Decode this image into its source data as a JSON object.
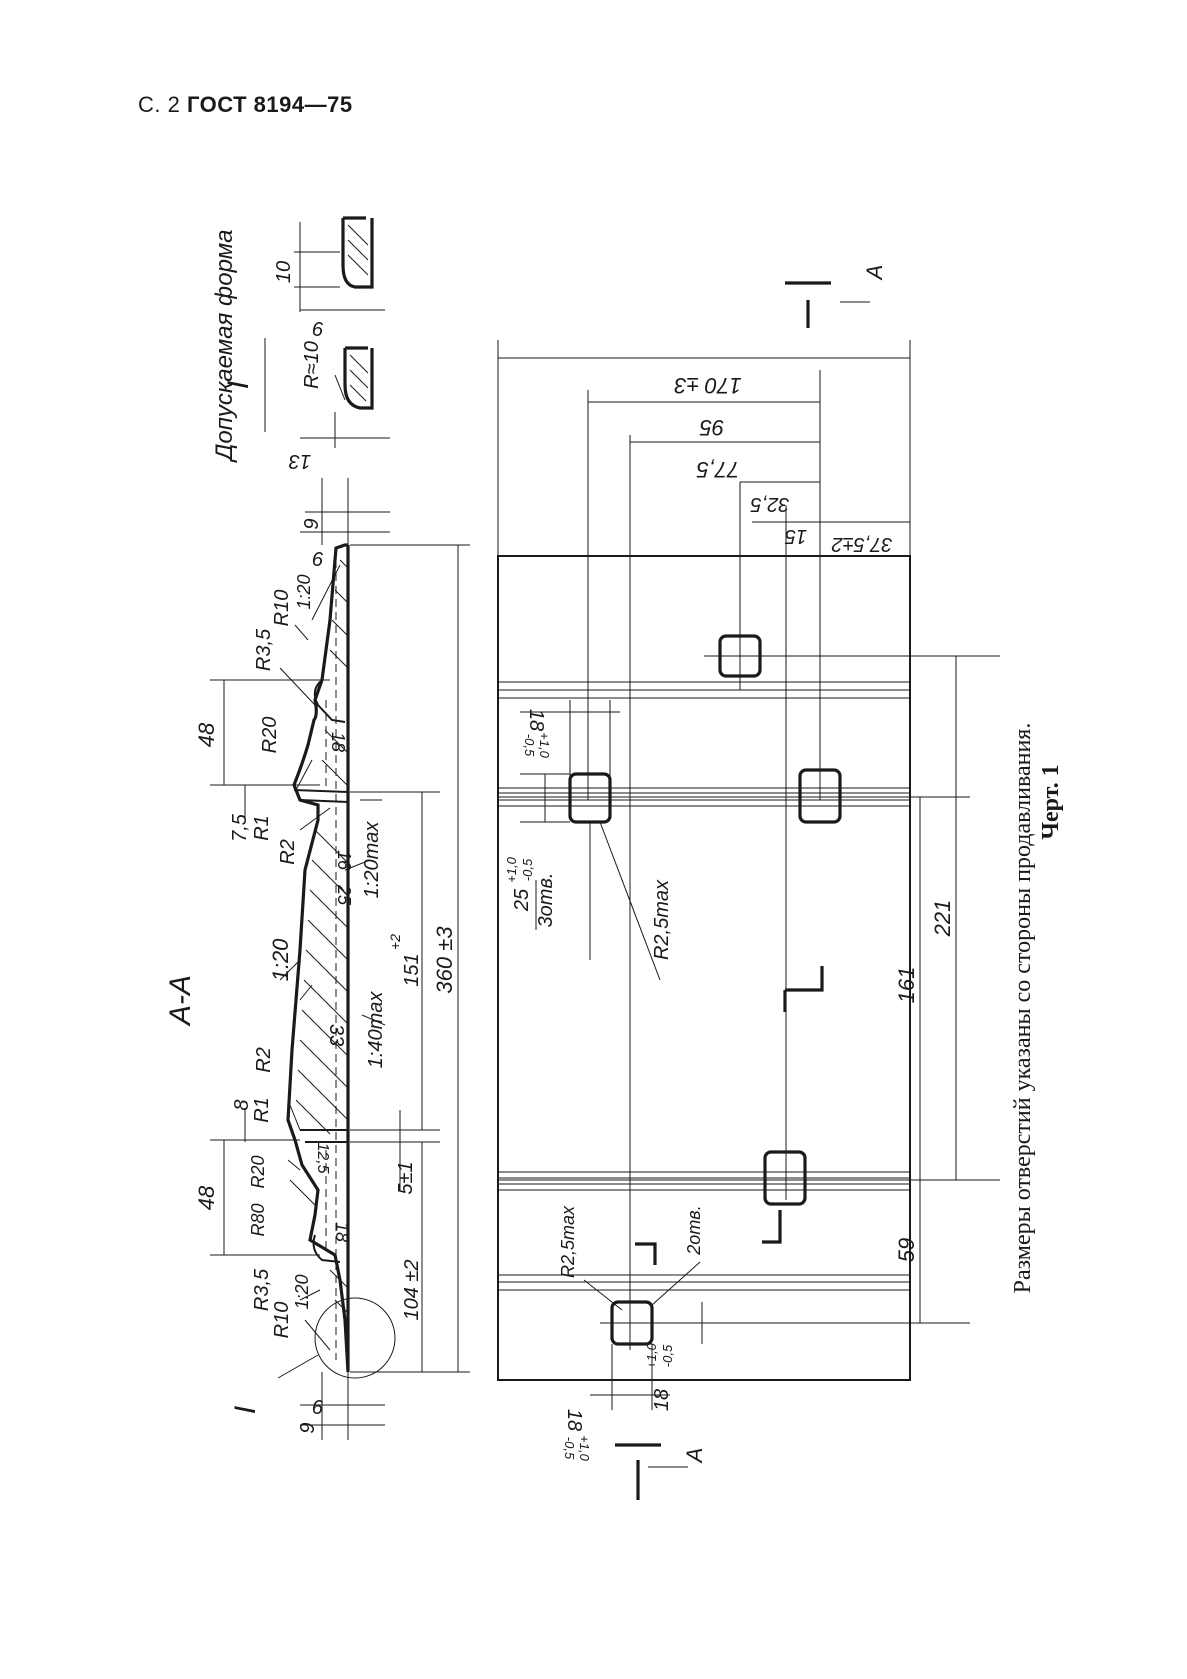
{
  "header": {
    "page": "С. 2",
    "standard": "ГОСТ 8194—75"
  },
  "detail": {
    "label": "I",
    "caption": "Допускаемая форма",
    "dims": [
      "10",
      "9",
      "R≈10",
      "13"
    ]
  },
  "section": {
    "label": "А-А",
    "profile_dims": [
      "9",
      "9",
      "R10",
      "1:20",
      "R3,5",
      "48",
      "R20",
      "18",
      "7,5",
      "R1",
      "R2",
      "16",
      "1:20max",
      "25",
      "1:20",
      "151",
      "+2",
      "360 ±3",
      "1:40max",
      "33",
      "R2",
      "8",
      "R1",
      "12,5",
      "5±1",
      "48",
      "R80",
      "R20",
      "18",
      "R3,5",
      "R10",
      "1:20",
      "104 ±2",
      "I",
      "9",
      "9"
    ]
  },
  "plan": {
    "top_dims": [
      "170 ±3",
      "95",
      "77,5",
      "32,5",
      "15",
      "37,5±2"
    ],
    "hole_dims": [
      "18",
      "+1,0",
      "-0,5",
      "25",
      "+1,0",
      "-0,5",
      "3отв.",
      "R2,5max",
      "R2,5max",
      "2отв.",
      "18",
      "+1,0",
      "-0,5",
      "18",
      "+1,0",
      "-0,5"
    ],
    "right_dims": [
      "221",
      "161",
      "59"
    ],
    "section_mark": "А"
  },
  "caption": {
    "note": "Размеры отверстий указаны со стороны продавливания.",
    "figure": "Черт. 1"
  }
}
